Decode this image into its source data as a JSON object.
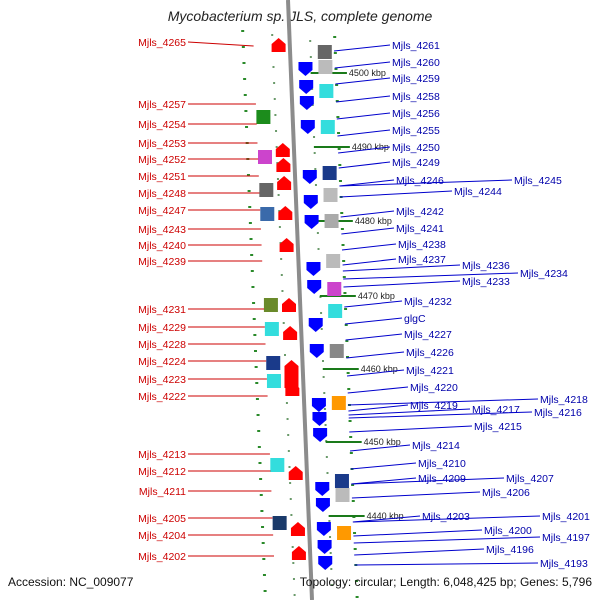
{
  "title": "Mycobacterium sp. JLS, complete genome",
  "footer": {
    "accession": "Accession: NC_009077",
    "topology": "Topology: circular; Length: 6,048,425 bp; Genes: 5,796"
  },
  "colors": {
    "left_label": "#cc0000",
    "right_label": "#0000aa",
    "leader_left": "#cc0000",
    "leader_right": "#0000cc",
    "strand_minus": "#ff0000",
    "strand_plus": "#0000ff",
    "backbone": "#8c8c8c",
    "tick": "#2a8a2a"
  },
  "kbp_markers": [
    {
      "label": "4500 kbp"
    },
    {
      "label": "4490 kbp"
    },
    {
      "label": "4480 kbp"
    },
    {
      "label": "4470 kbp"
    },
    {
      "label": "4460 kbp"
    },
    {
      "label": "4450 kbp"
    },
    {
      "label": "4440 kbp"
    }
  ],
  "left_genes": [
    "Mjls_4265",
    "Mjls_4257",
    "Mjls_4254",
    "Mjls_4253",
    "Mjls_4252",
    "Mjls_4251",
    "Mjls_4248",
    "Mjls_4247",
    "Mjls_4243",
    "Mjls_4240",
    "Mjls_4239",
    "Mjls_4231",
    "Mjls_4229",
    "Mjls_4228",
    "Mjls_4224",
    "Mjls_4223",
    "Mjls_4222",
    "Mjls_4213",
    "Mjls_4212",
    "Mjls_4211",
    "Mjls_4205",
    "Mjls_4204",
    "Mjls_4202"
  ],
  "right_genes": [
    "Mjls_4261",
    "Mjls_4260",
    "Mjls_4259",
    "Mjls_4258",
    "Mjls_4256",
    "Mjls_4255",
    "Mjls_4250",
    "Mjls_4249",
    "Mjls_4246",
    "Mjls_4245",
    "Mjls_4244",
    "Mjls_4242",
    "Mjls_4241",
    "Mjls_4238",
    "Mjls_4237",
    "Mjls_4236",
    "Mjls_4234",
    "Mjls_4233",
    "Mjls_4232",
    "glgC",
    "Mjls_4227",
    "Mjls_4226",
    "Mjls_4221",
    "Mjls_4220",
    "Mjls_4219",
    "Mjls_4218",
    "Mjls_4217",
    "Mjls_4216",
    "Mjls_4215",
    "Mjls_4214",
    "Mjls_4210",
    "Mjls_4209",
    "Mjls_4207",
    "Mjls_4206",
    "Mjls_4203",
    "Mjls_4201",
    "Mjls_4200",
    "Mjls_4197",
    "Mjls_4196",
    "Mjls_4193"
  ]
}
